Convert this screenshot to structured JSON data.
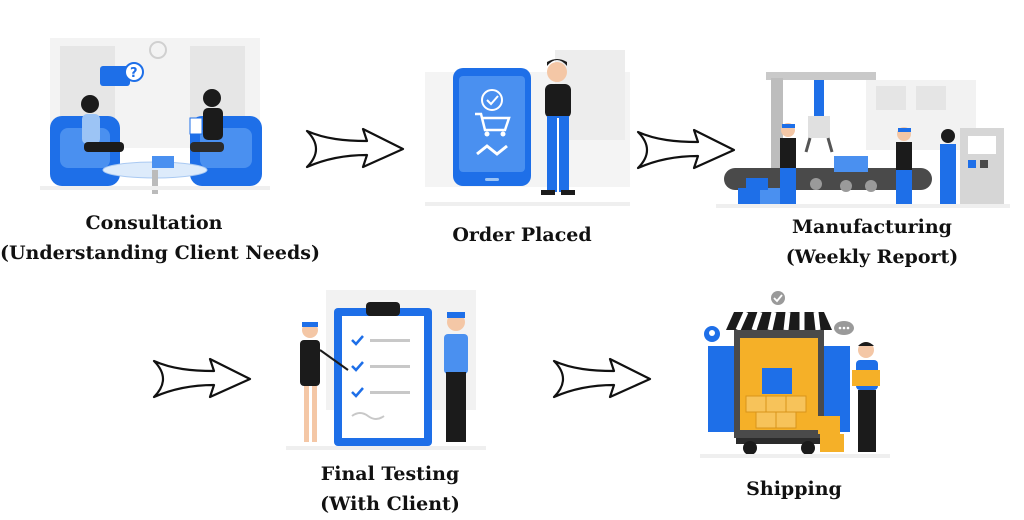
{
  "colors": {
    "primary_blue": "#1E6FE8",
    "light_blue": "#4A90F0",
    "orange": "#F5B028",
    "dark": "#1B1B1B",
    "gray_bg": "#F1F1F1"
  },
  "steps": [
    {
      "line1": "Consultation",
      "line2": "(Understanding Client Needs)"
    },
    {
      "line1": "Order Placed",
      "line2": ""
    },
    {
      "line1": "Manufacturing",
      "line2": "(Weekly Report)"
    },
    {
      "line1": "Final Testing",
      "line2": "(With Client)"
    },
    {
      "line1": "Shipping",
      "line2": ""
    }
  ],
  "icons": {
    "consultation": "consultation-illustration",
    "order": "order-phone-illustration",
    "manufacturing": "factory-illustration",
    "testing": "checklist-illustration",
    "shipping": "delivery-truck-illustration",
    "arrow": "hand-drawn-arrow-icon"
  }
}
